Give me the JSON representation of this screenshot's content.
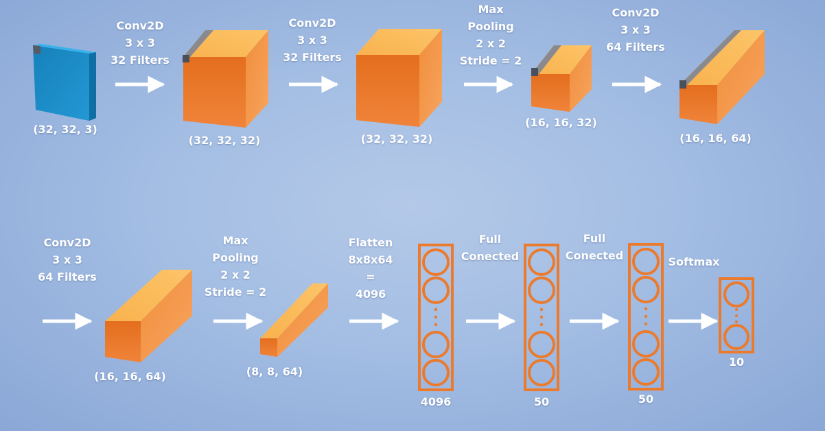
{
  "colors": {
    "background": "#a3bde3",
    "feature_map": "#f08a2c",
    "input_layer": "#1b8fc9",
    "neuron_outline": "#ec7a2c",
    "arrow": "#ffffff"
  },
  "row1": {
    "input_dims": "(32, 32, 3)",
    "conv1_label": "Conv2D\n3 x 3\n32 Filters",
    "block1_dims": "(32, 32, 32)",
    "conv2_label": "Conv2D\n3 x 3\n32 Filters",
    "block2_dims": "(32, 32, 32)",
    "pool1_label": "Max\nPooling\n2 x 2\nStride = 2",
    "block3_dims": "(16, 16, 32)",
    "conv3_label": "Conv2D\n3 x 3\n64 Filters",
    "block4_dims": "(16, 16, 64)"
  },
  "row2": {
    "conv4_label": "Conv2D\n3 x 3\n64 Filters",
    "block5_dims": "(16, 16, 64)",
    "pool2_label": "Max\nPooling\n2 x 2\nStride = 2",
    "block6_dims": "(8, 8, 64)",
    "flatten_label": "Flatten\n8x8x64\n=\n4096",
    "dense1_units": "4096",
    "fc1_label": "Full\nConected",
    "dense2_units": "50",
    "fc2_label": "Full\nConected",
    "dense3_units": "50",
    "softmax_label": "Softmax",
    "output_units": "10"
  }
}
